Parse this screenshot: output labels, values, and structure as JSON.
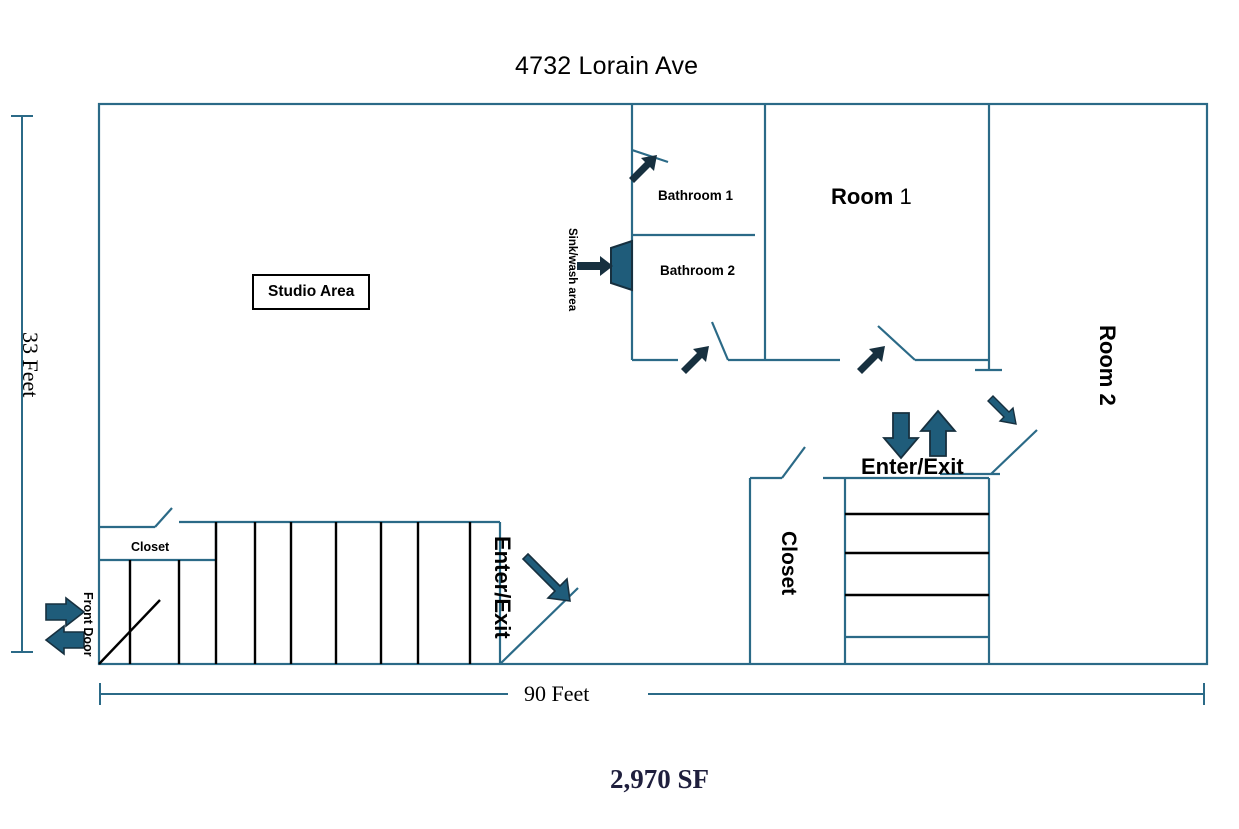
{
  "page": {
    "title": "4732 Lorain Ave",
    "area_label": "2,970 SF",
    "background_color": "#ffffff",
    "wall_color": "#2b6a87",
    "interior_line_color": "#000000",
    "arrow_color": "#1f5c7a",
    "door_arrow_color": "#17303f",
    "title_color": "#000000",
    "area_color": "#1f1f3d"
  },
  "dimensions": {
    "width_label": "90 Feet",
    "height_label": "33 Feet"
  },
  "labels": {
    "studio_area": "Studio Area",
    "bathroom_1": "Bathroom 1",
    "bathroom_2": "Bathroom 2",
    "sink_wash_area": "Sink/wash area",
    "room_1_bold": "Room",
    "room_1_light": " 1",
    "room_2": "Room 2",
    "closet_small": "Closet",
    "closet_big": "Closet",
    "enter_exit_left": "Enter/Exit",
    "enter_exit_right": "Enter/Exit",
    "front_door": "Front Door"
  },
  "icons": {
    "arrow_down": "arrow-down-icon",
    "arrow_up": "arrow-up-icon",
    "arrow_right": "arrow-right-icon",
    "arrow_left": "arrow-left-icon",
    "arrow_diagonal_down_right": "arrow-diagonal-down-right-icon",
    "arrow_diagonal_up_right": "arrow-diagonal-up-right-icon",
    "sink_fixture": "sink-fixture-icon"
  }
}
